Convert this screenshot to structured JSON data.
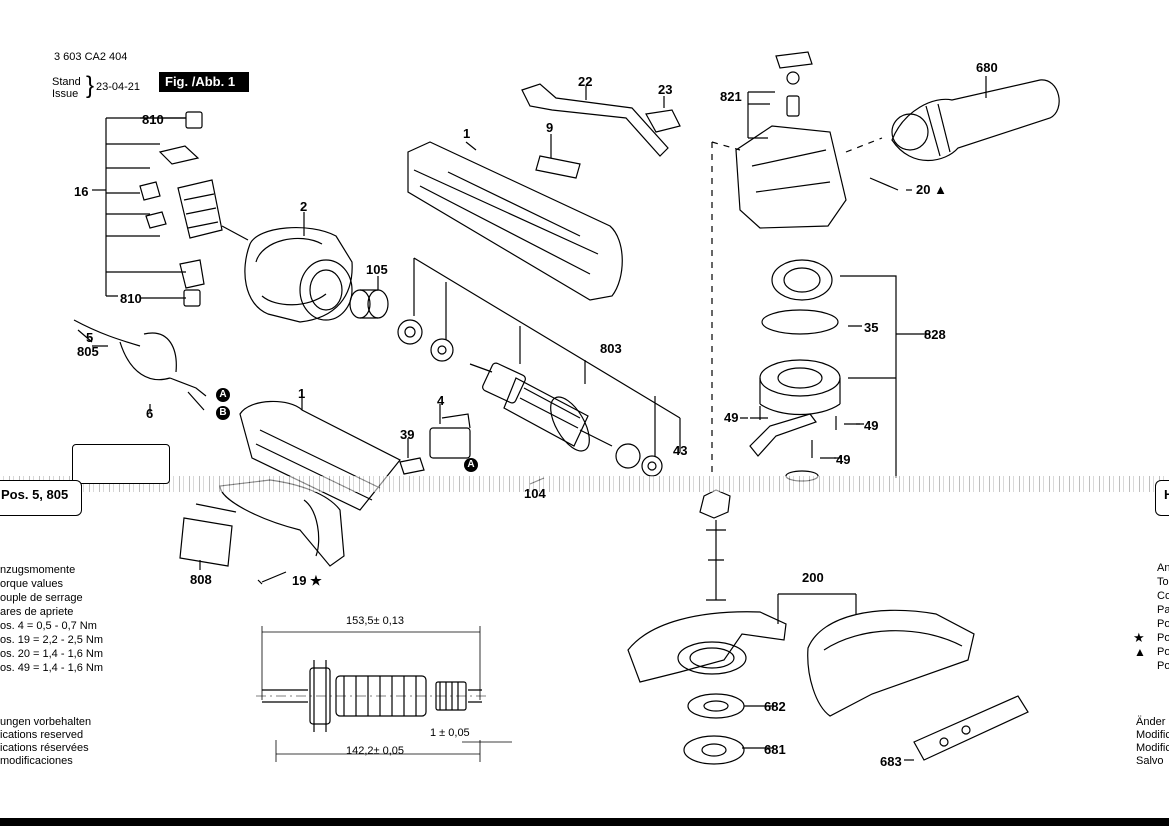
{
  "header": {
    "doc_number": "3 603 CA2 404",
    "stand_label": "Stand",
    "issue_label": "Issue",
    "date": "23-04-21",
    "figure_label": "Fig. /Abb. 1"
  },
  "callouts": {
    "c1a": "1",
    "c1b": "1",
    "c2": "2",
    "c4": "4",
    "c5": "5",
    "c6": "6",
    "c9": "9",
    "c16": "16",
    "c19": "19 ★",
    "c20": "20 ▲",
    "c22": "22",
    "c23": "23",
    "c35": "35",
    "c39": "39",
    "c43": "43",
    "c49a": "49",
    "c49b": "49",
    "c49c": "49",
    "c104": "104",
    "c105": "105",
    "c200": "200",
    "c680": "680",
    "c681": "681",
    "c682": "682",
    "c683": "683",
    "c803": "803",
    "c805": "805",
    "c808": "808",
    "c810a": "810",
    "c810b": "810",
    "c821": "821",
    "c828": "828",
    "markA1": "A",
    "markA2": "A",
    "markB": "B"
  },
  "pos_box": {
    "label": "Pos. 5, 805",
    "label_right": "H"
  },
  "torque": {
    "lines": [
      "nzugsmomente",
      "orque values",
      "ouple de serrage",
      "ares de apriete"
    ],
    "items": [
      "os.   4 = 0,5 - 0,7 Nm",
      "os. 19 = 2,2 - 2,5 Nm",
      "os. 20 = 1,4 - 1,6 Nm",
      "os. 49 = 1,4 - 1,6 Nm"
    ]
  },
  "changes": [
    "ungen vorbehalten",
    "ications reserved",
    "ications réservées",
    "modificaciones"
  ],
  "dimensions": {
    "top": "153,5± 0,13",
    "tol": "1 ± 0,05",
    "bottom": "142,2± 0,05"
  },
  "right_legend": {
    "lines": [
      "An",
      "To",
      "Co",
      "Pa",
      "Po",
      "Po",
      "Po",
      "Po"
    ],
    "markers": [
      "★",
      "▲"
    ],
    "changes": [
      "Änder",
      "Modific",
      "Modific",
      "Salvo"
    ]
  },
  "colors": {
    "ink": "#000000",
    "paper": "#ffffff"
  }
}
